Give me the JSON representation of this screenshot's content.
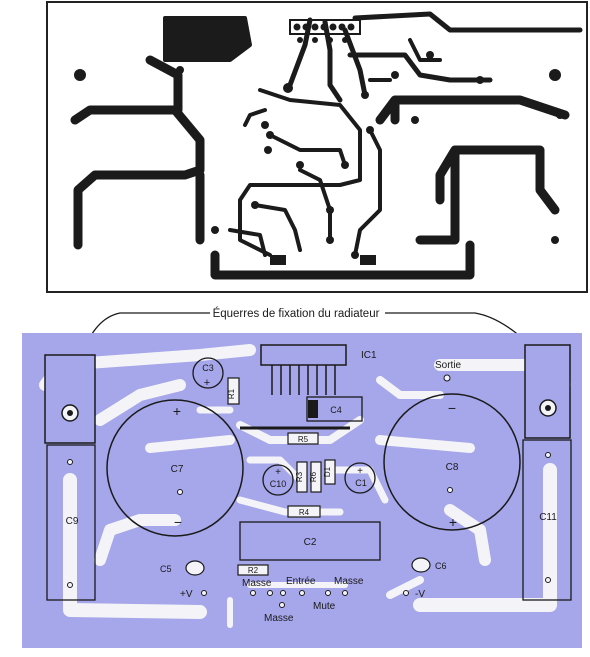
{
  "caption": "Équerres de fixation du radiateur",
  "colors": {
    "paper": "#ffffff",
    "copper": "#1b1b1b",
    "board": "#a6a6ea",
    "trace": "#f4f4f8",
    "ink": "#1a1a1a"
  },
  "components": {
    "ic1": "IC1",
    "c1": "C1",
    "c2": "C2",
    "c3": "C3",
    "c4": "C4",
    "c5": "C5",
    "c6": "C6",
    "c7": "C7",
    "c8": "C8",
    "c9": "C9",
    "c10": "C10",
    "c11": "C11",
    "r1": "R1",
    "r2": "R2",
    "r3": "R3",
    "r4": "R4",
    "r5": "R5",
    "r6": "R6",
    "d1": "D1"
  },
  "terminals": {
    "sortie": "Sortie",
    "masse_left": "Masse",
    "entree": "Entrée",
    "masse_right": "Masse",
    "mute": "Mute",
    "masse_bottom": "Masse",
    "plus_v": "+V",
    "minus_v": "-V"
  },
  "polarity": {
    "plus": "+",
    "minus": "−"
  }
}
